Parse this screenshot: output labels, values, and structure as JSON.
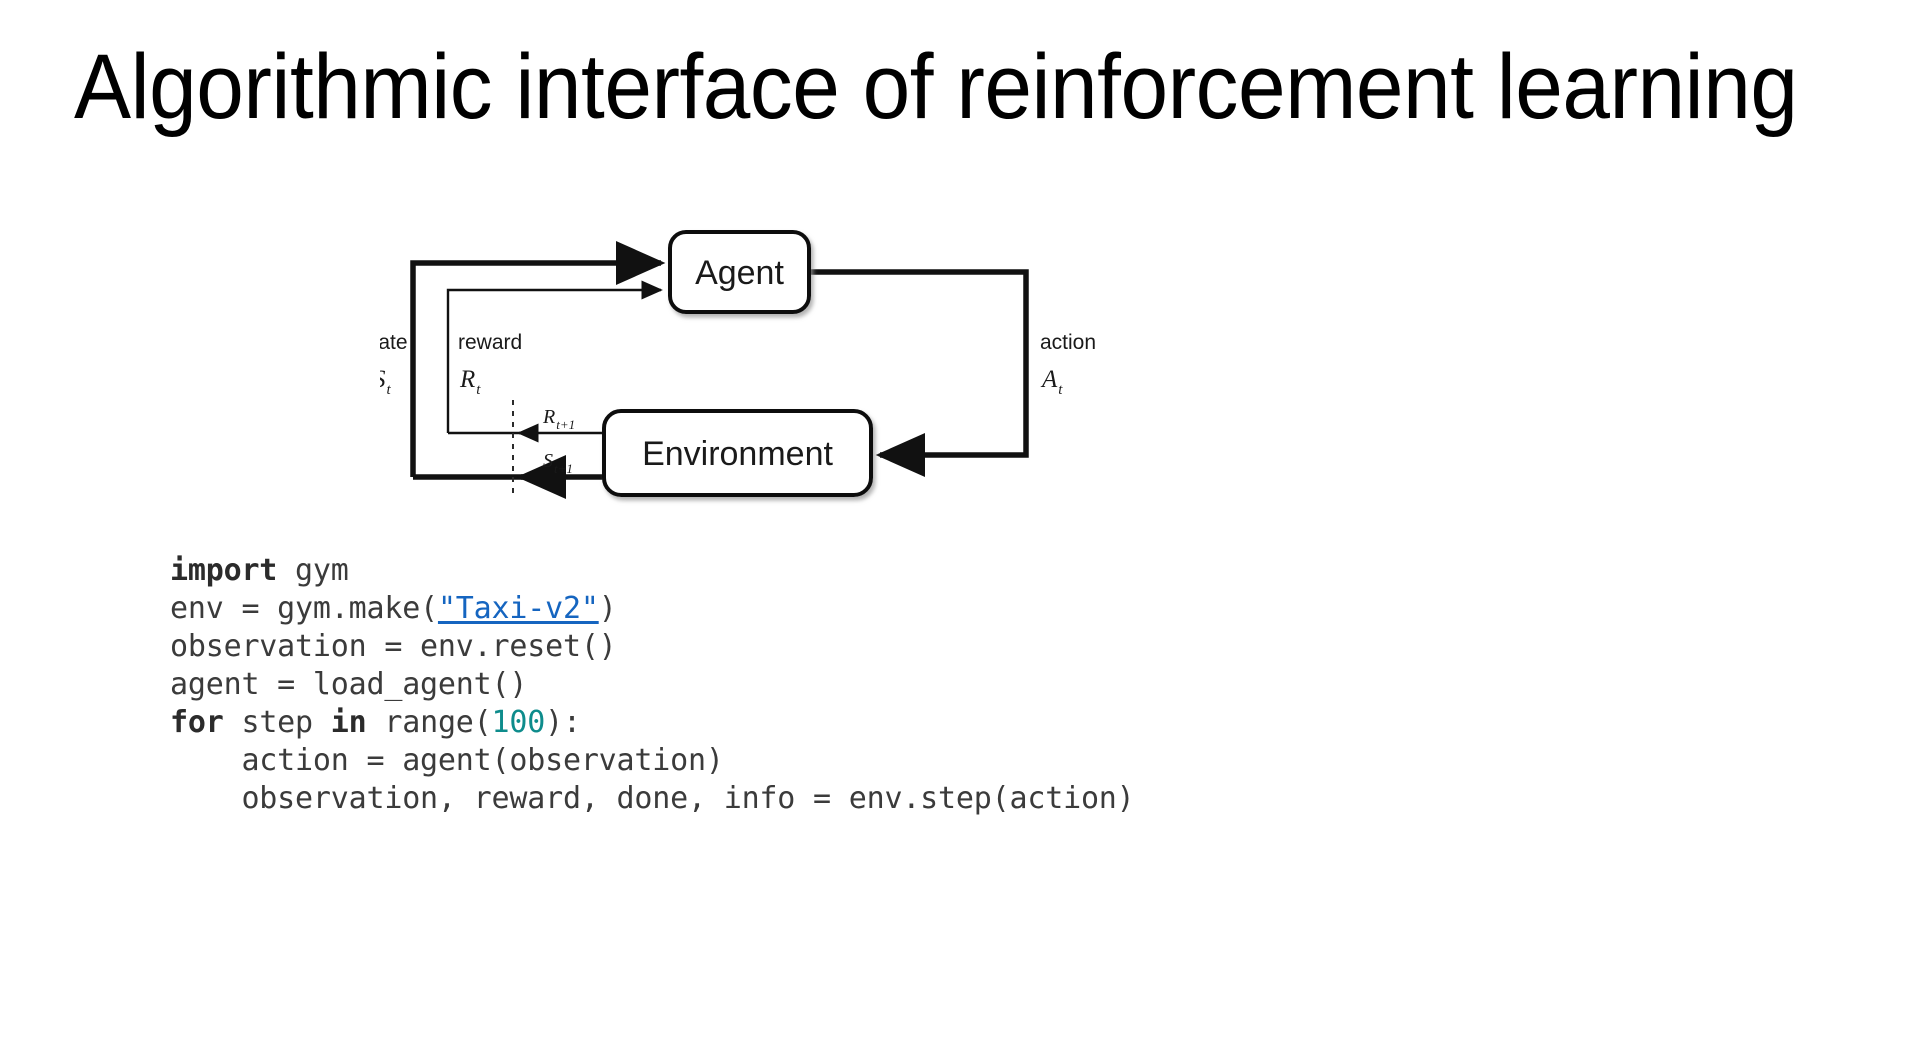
{
  "slide": {
    "title": "Algorithmic interface of reinforcement learning",
    "background_color": "#ffffff"
  },
  "diagram": {
    "name": "reinforcement-learning-loop",
    "nodes": [
      {
        "id": "agent",
        "label": "Agent"
      },
      {
        "id": "environment",
        "label": "Environment"
      }
    ],
    "edge_labels": {
      "state_word": "state",
      "state_sym": "S",
      "state_sub": "t",
      "reward_word": "reward",
      "reward_sym": "R",
      "reward_sub": "t",
      "action_word": "action",
      "action_sym": "A",
      "action_sub": "t",
      "reward_next_sym": "R",
      "reward_next_sub": "t+1",
      "state_next_sym": "S",
      "state_next_sub": "t+1"
    },
    "stroke_color": "#111111"
  },
  "code": {
    "language": "python",
    "link_color": "#1565C0",
    "number_color": "#0E8C8C",
    "text_color": "#3b3b3b",
    "lines": [
      {
        "id": "l1",
        "tokens": [
          {
            "t": "import",
            "k": "kw"
          },
          {
            "t": " gym",
            "k": "plain"
          }
        ]
      },
      {
        "id": "l2",
        "tokens": [
          {
            "t": "env = gym.make(",
            "k": "plain"
          },
          {
            "t": "\"Taxi-v2\"",
            "k": "link"
          },
          {
            "t": ")",
            "k": "plain"
          }
        ]
      },
      {
        "id": "l3",
        "tokens": [
          {
            "t": "observation = env.reset()",
            "k": "plain"
          }
        ]
      },
      {
        "id": "l4",
        "tokens": [
          {
            "t": "agent = load_agent()",
            "k": "plain"
          }
        ]
      },
      {
        "id": "l5",
        "tokens": [
          {
            "t": "for",
            "k": "kw"
          },
          {
            "t": " step ",
            "k": "plain"
          },
          {
            "t": "in",
            "k": "kw"
          },
          {
            "t": " range(",
            "k": "plain"
          },
          {
            "t": "100",
            "k": "num"
          },
          {
            "t": "):",
            "k": "plain"
          }
        ]
      },
      {
        "id": "l6",
        "tokens": [
          {
            "t": "    action = agent(observation)",
            "k": "plain"
          }
        ]
      },
      {
        "id": "l7",
        "tokens": [
          {
            "t": "    observation, reward, done, info = env.step(action)",
            "k": "plain"
          }
        ]
      }
    ]
  }
}
